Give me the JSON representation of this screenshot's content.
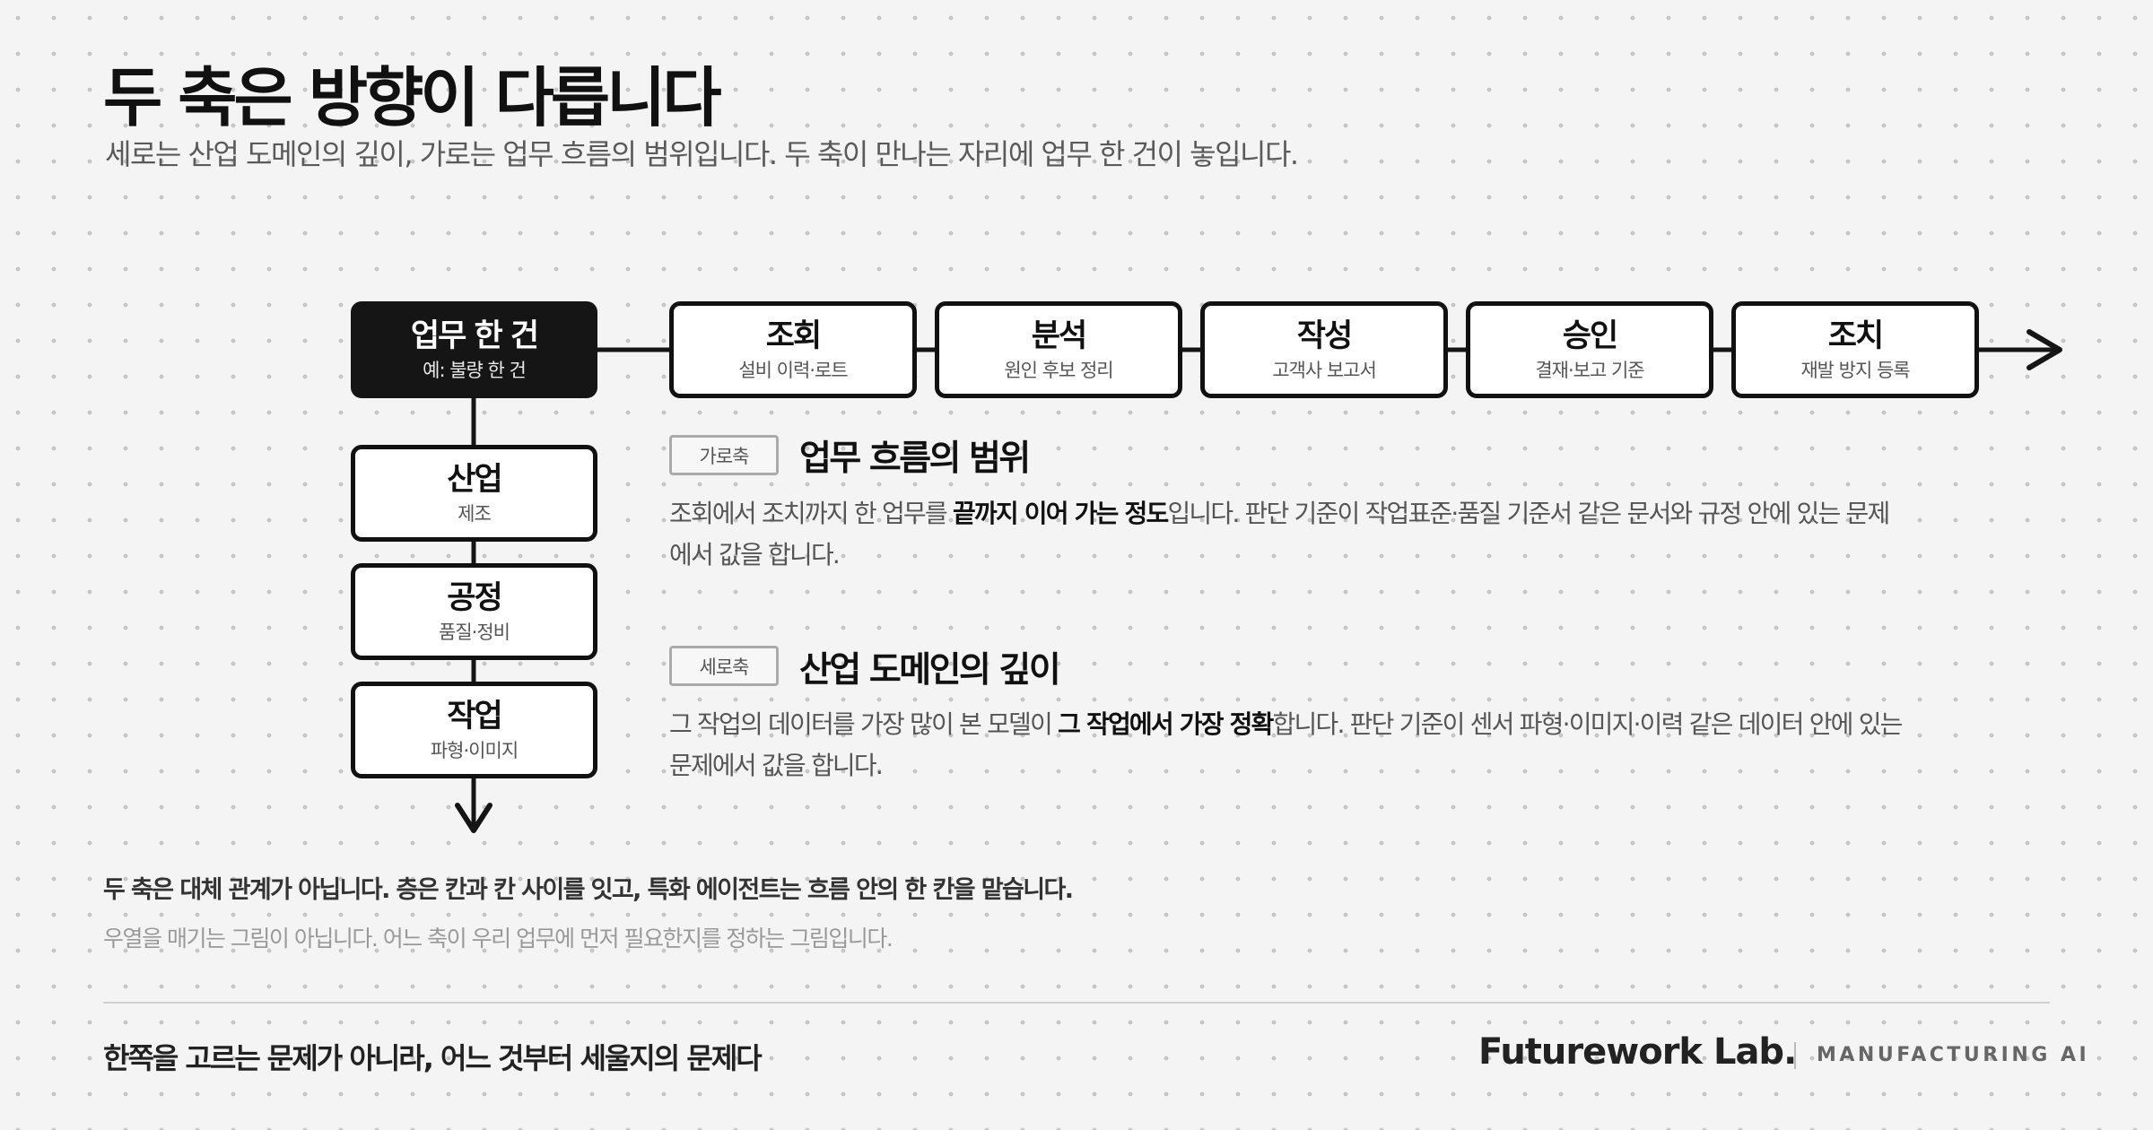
{
  "header": {
    "title": "두 축은 방향이 다릅니다",
    "subtitle": "세로는 산업 도메인의 깊이, 가로는 업무 흐름의 범위입니다. 두 축이 만나는 자리에 업무 한 건이 놓입니다."
  },
  "diagram": {
    "origin": {
      "title": "업무 한 건",
      "sub": "예: 불량 한 건"
    },
    "horizontal_steps": [
      {
        "title": "조회",
        "sub": "설비 이력·로트"
      },
      {
        "title": "분석",
        "sub": "원인 후보 정리"
      },
      {
        "title": "작성",
        "sub": "고객사 보고서"
      },
      {
        "title": "승인",
        "sub": "결재·보고 기준"
      },
      {
        "title": "조치",
        "sub": "재발 방지 등록"
      }
    ],
    "vertical_steps": [
      {
        "title": "산업",
        "sub": "제조"
      },
      {
        "title": "공정",
        "sub": "품질·정비"
      },
      {
        "title": "작업",
        "sub": "파형·이미지"
      }
    ]
  },
  "sections": {
    "horizontal": {
      "tag": "가로축",
      "title": "업무 흐름의 범위",
      "desc_pre": "조회에서 조치까지 한 업무를 ",
      "desc_bold": "끝까지 이어 가는 정도",
      "desc_post": "입니다. 판단 기준이 작업표준·품질 기준서 같은 문서와 규정 안에 있는 문제에서 값을 합니다."
    },
    "vertical": {
      "tag": "세로축",
      "title": "산업 도메인의 깊이",
      "desc_pre": "그 작업의 데이터를 가장 많이 본 모델이 ",
      "desc_bold": "그 작업에서 가장 정확",
      "desc_post": "합니다. 판단 기준이 센서 파형·이미지·이력 같은 데이터 안에 있는 문제에서 값을 합니다."
    }
  },
  "notes": {
    "line1": "두 축은 대체 관계가 아닙니다. 층은 칸과 칸 사이를 잇고, 특화 에이전트는 흐름 안의 한 칸을 맡습니다.",
    "line2": "우열을 매기는 그림이 아닙니다. 어느 축이 우리 업무에 먼저 필요한지를 정하는 그림입니다."
  },
  "footer": {
    "tagline": "한쪽을 고르는 문제가 아니라, 어느 것부터 세울지의 문제다",
    "brand": "Futurework Lab.",
    "brand_sub": "MANUFACTURING AI"
  }
}
